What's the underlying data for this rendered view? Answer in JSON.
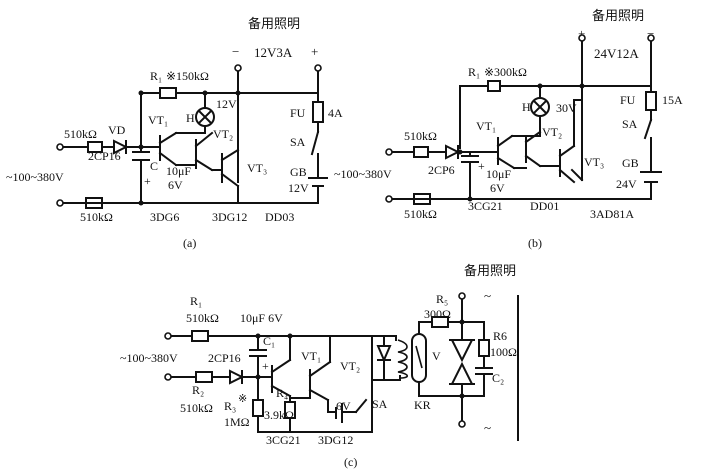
{
  "a": {
    "backup_title": "备用照明",
    "minus": "−",
    "plus": "+",
    "supply": "12V3A",
    "r1_label": "R₁",
    "r1_value": "※150kΩ",
    "lamp_h": "H",
    "lamp_v": "12V",
    "vt1": "VT₁",
    "vt2": "VT₂",
    "vt3": "VT₃",
    "r_in": "510kΩ",
    "vd": "VD",
    "diode": "2CP16",
    "cap_c": "C",
    "cap_value": "10μF",
    "cap_volt": "6V",
    "ac_in": "~100~380V",
    "r_bottom": "510kΩ",
    "part_vt1": "3DG6",
    "part_vt2": "3DG12",
    "part_vt3": "DD03",
    "fu": "FU",
    "fu_value": "4A",
    "sa": "SA",
    "gb": "GB",
    "gb_value": "12V",
    "caption": "(a)"
  },
  "b": {
    "backup_title": "备用照明",
    "plus": "+",
    "minus": "−",
    "supply": "24V12A",
    "r1_label": "R₁",
    "r1_value": "※300kΩ",
    "lamp_h": "H",
    "lamp_v": "30V",
    "vt1": "VT₁",
    "vt2": "VT₂",
    "vt3": "VT₃",
    "r_in": "510kΩ",
    "diode": "2CP6",
    "cap_value": "10μF",
    "cap_volt": "6V",
    "ac_in": "~100~380V",
    "r_bottom": "510kΩ",
    "part_vt1": "3CG21",
    "part_vt2": "DD01",
    "part_vt3": "3AD81A",
    "fu": "FU",
    "fu_value": "15A",
    "sa": "SA",
    "gb": "GB",
    "gb_value": "24V",
    "caption": "(b)"
  },
  "c": {
    "backup_title": "备用照明",
    "r1": "R₁",
    "r1_value": "510kΩ",
    "cap_top": "10μF 6V",
    "c1": "C₁",
    "ac_in": "~100~380V",
    "diode": "2CP16",
    "vt1": "VT₁",
    "vt2": "VT₂",
    "r2": "R₂",
    "r2_value": "510kΩ",
    "r3": "R₃",
    "r3_mark": "※",
    "r3_value": "1MΩ",
    "r4": "R₄",
    "r4_value": "3.9kΩ",
    "batt": "6V",
    "sa": "SA",
    "part_vt1": "3CG21",
    "part_vt2": "3DG12",
    "r5": "R₅",
    "r5_value": "300Ω",
    "v": "V",
    "kr": "KR",
    "r6": "R6",
    "r6_value": "100Ω",
    "c2": "C₂",
    "tilde": "~",
    "caption": "(c)"
  }
}
